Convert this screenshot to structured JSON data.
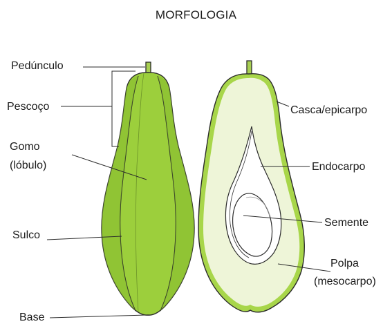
{
  "title": "MORFOLOGIA",
  "labels": {
    "peduncle": "Pedúnculo",
    "neck": "Pescoço",
    "segment_line1": "Gomo",
    "segment_line2": "(lóbulo)",
    "groove": "Sulco",
    "base": "Base",
    "skin": "Casca/epicarpo",
    "endocarp": "Endocarpo",
    "seed": "Semente",
    "pulp_line1": "Polpa",
    "pulp_line2": "(mesocarpo)"
  },
  "colors": {
    "outer_fruit": "#9ccf3c",
    "outer_fruit_dark": "#7fb52a",
    "section_skin": "#a8d64a",
    "section_flesh": "#eef5d8",
    "outline": "#2b2b2b"
  }
}
